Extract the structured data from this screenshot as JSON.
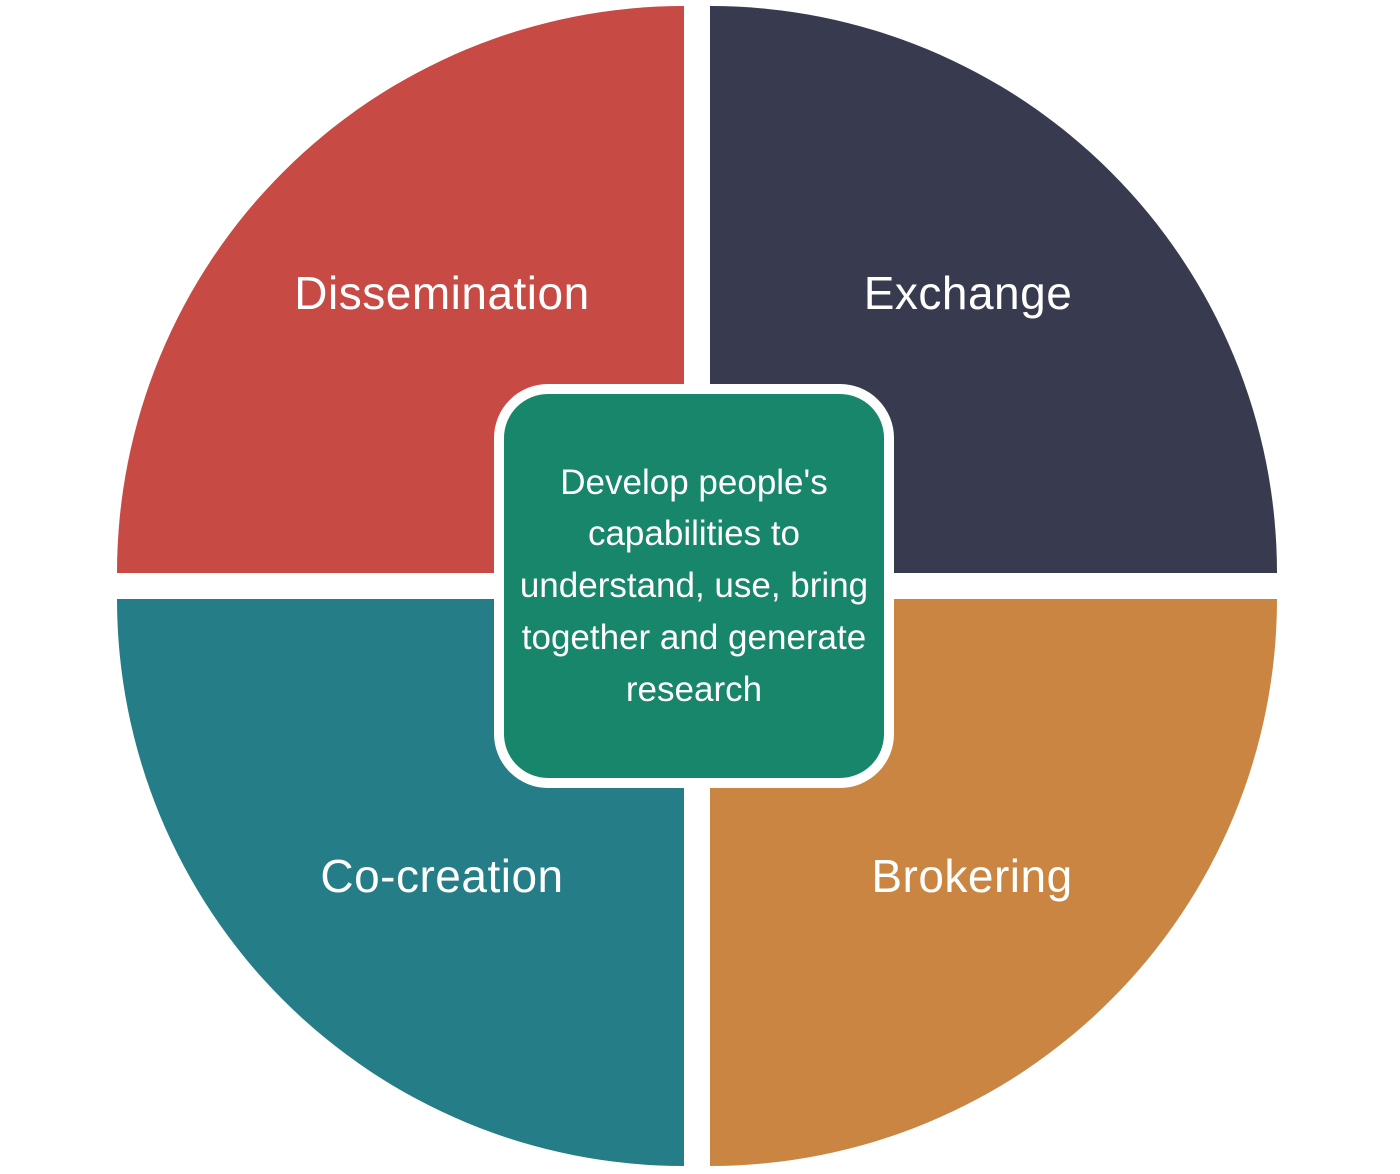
{
  "diagram": {
    "background_color": "#FFFFFF",
    "text_color": "#FFFFFF",
    "center": {
      "text": "Develop people's capabilities to understand, use, bring together and generate research",
      "bg_color": "#17866A",
      "border_color": "#FFFFFF"
    },
    "quadrants": [
      {
        "label": "Dissemination",
        "position": "top-left",
        "color": "#C84A45"
      },
      {
        "label": "Exchange",
        "position": "top-right",
        "color": "#383B50"
      },
      {
        "label": "Co-creation",
        "position": "bottom-left",
        "color": "#247D87"
      },
      {
        "label": "Brokering",
        "position": "bottom-right",
        "color": "#CB8542"
      }
    ]
  }
}
